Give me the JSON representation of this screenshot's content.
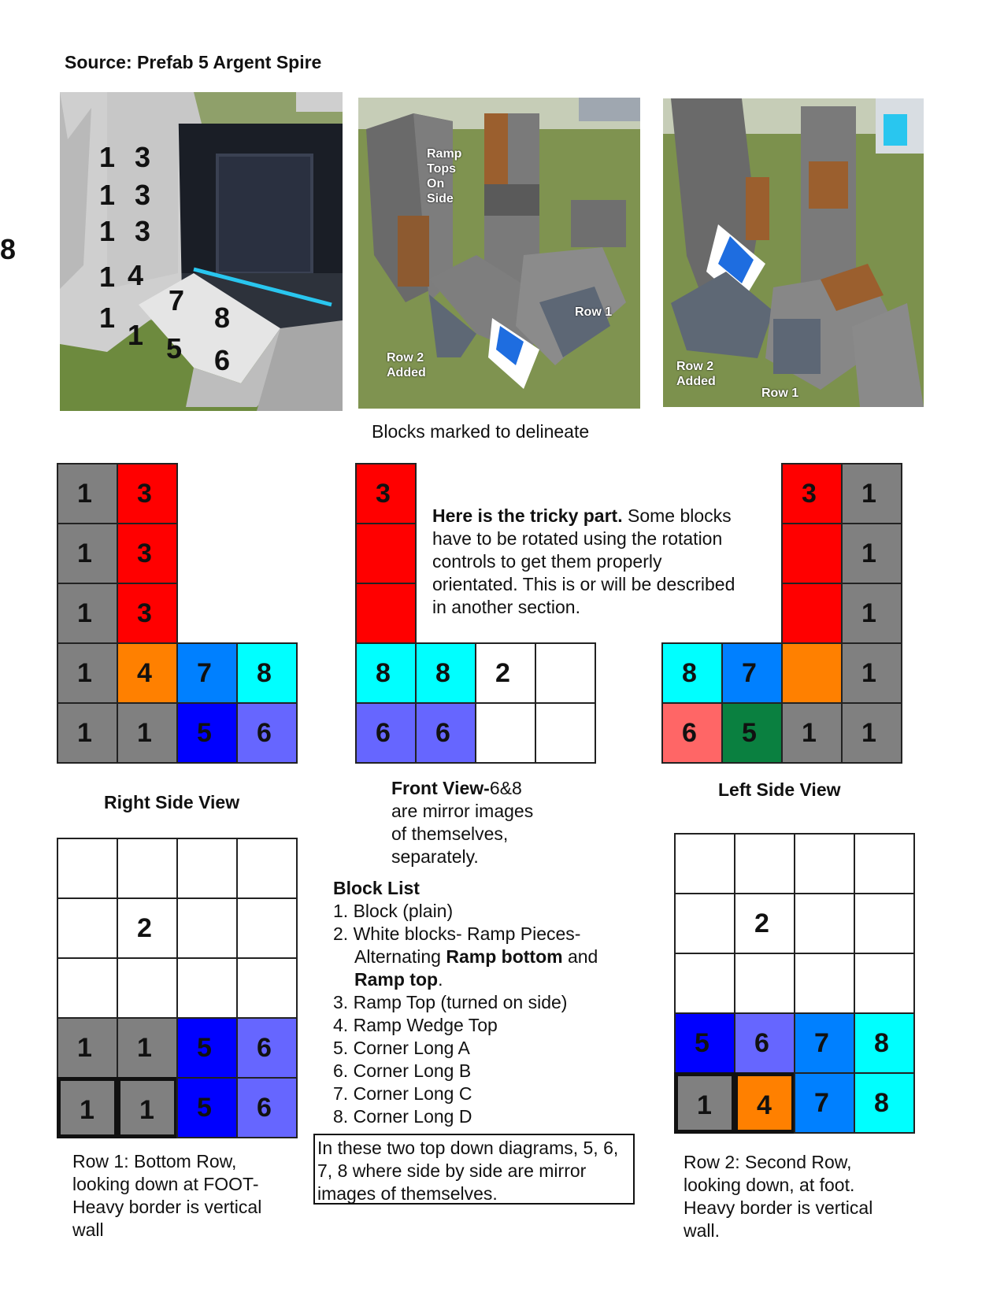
{
  "title": "Source: Prefab 5 Argent Spire",
  "edge_number": "8",
  "photo_caption": "Blocks marked to delineate",
  "photo1": {
    "numbers": [
      "1",
      "3",
      "1",
      "3",
      "1",
      "3",
      "1",
      "4",
      "7",
      "8",
      "1",
      "1",
      "5",
      "6"
    ]
  },
  "photo2": {
    "labels": [
      "Ramp Tops On Side",
      "Row 1",
      "Row 2 Added"
    ],
    "ramp_lines": [
      "Ramp",
      "Tops",
      "On",
      "Side"
    ],
    "row1": "Row 1",
    "row2_lines": [
      "Row 2",
      "Added"
    ]
  },
  "photo3": {
    "row1": "Row 1",
    "row2_lines": [
      "Row 2",
      "Added"
    ]
  },
  "right_side_view": {
    "label": "Right Side View",
    "cells": [
      {
        "r": 0,
        "c": 0,
        "n": "1",
        "color": "#808080"
      },
      {
        "r": 0,
        "c": 1,
        "n": "3",
        "color": "#ff0000"
      },
      {
        "r": 1,
        "c": 0,
        "n": "1",
        "color": "#808080"
      },
      {
        "r": 1,
        "c": 1,
        "n": "3",
        "color": "#ff0000"
      },
      {
        "r": 2,
        "c": 0,
        "n": "1",
        "color": "#808080"
      },
      {
        "r": 2,
        "c": 1,
        "n": "3",
        "color": "#ff0000"
      },
      {
        "r": 3,
        "c": 0,
        "n": "1",
        "color": "#808080"
      },
      {
        "r": 3,
        "c": 1,
        "n": "4",
        "color": "#ff8000"
      },
      {
        "r": 3,
        "c": 2,
        "n": "7",
        "color": "#0080ff"
      },
      {
        "r": 3,
        "c": 3,
        "n": "8",
        "color": "#00ffff"
      },
      {
        "r": 4,
        "c": 0,
        "n": "1",
        "color": "#808080"
      },
      {
        "r": 4,
        "c": 1,
        "n": "1",
        "color": "#808080"
      },
      {
        "r": 4,
        "c": 2,
        "n": "5",
        "color": "#0000ff"
      },
      {
        "r": 4,
        "c": 3,
        "n": "6",
        "color": "#6666ff"
      }
    ]
  },
  "front_view": {
    "label_bold": "Front View-",
    "label_rest_lines": [
      "6&8",
      "are mirror images",
      "of themselves,",
      "separately."
    ],
    "cells": [
      {
        "r": 0,
        "c": 0,
        "n": "3",
        "color": "#ff0000"
      },
      {
        "r": 1,
        "c": 0,
        "n": "",
        "color": "#ff0000"
      },
      {
        "r": 2,
        "c": 0,
        "n": "",
        "color": "#ff0000"
      },
      {
        "r": 3,
        "c": 0,
        "n": "8",
        "color": "#00ffff"
      },
      {
        "r": 3,
        "c": 1,
        "n": "8",
        "color": "#00ffff"
      },
      {
        "r": 3,
        "c": 2,
        "n": "2",
        "color": "#ffffff"
      },
      {
        "r": 3,
        "c": 3,
        "n": "",
        "color": "#ffffff"
      },
      {
        "r": 4,
        "c": 0,
        "n": "6",
        "color": "#6666ff"
      },
      {
        "r": 4,
        "c": 1,
        "n": "6",
        "color": "#6666ff"
      },
      {
        "r": 4,
        "c": 2,
        "n": "",
        "color": "#ffffff"
      },
      {
        "r": 4,
        "c": 3,
        "n": "",
        "color": "#ffffff"
      }
    ]
  },
  "tricky": {
    "bold": "Here is the tricky part.",
    "rest": " Some blocks have to be rotated using the rotation controls to get them properly orientated.  This is or will be described in another section."
  },
  "left_side_view": {
    "label": "Left Side View",
    "cells": [
      {
        "r": 0,
        "c": 2,
        "n": "3",
        "color": "#ff0000"
      },
      {
        "r": 0,
        "c": 3,
        "n": "1",
        "color": "#808080"
      },
      {
        "r": 1,
        "c": 2,
        "n": "",
        "color": "#ff0000"
      },
      {
        "r": 1,
        "c": 3,
        "n": "1",
        "color": "#808080"
      },
      {
        "r": 2,
        "c": 2,
        "n": "",
        "color": "#ff0000"
      },
      {
        "r": 2,
        "c": 3,
        "n": "1",
        "color": "#808080"
      },
      {
        "r": 3,
        "c": 0,
        "n": "8",
        "color": "#00ffff"
      },
      {
        "r": 3,
        "c": 1,
        "n": "7",
        "color": "#0080ff"
      },
      {
        "r": 3,
        "c": 2,
        "n": "",
        "color": "#ff8000"
      },
      {
        "r": 3,
        "c": 3,
        "n": "1",
        "color": "#808080"
      },
      {
        "r": 4,
        "c": 0,
        "n": "6",
        "color": "#ff6666"
      },
      {
        "r": 4,
        "c": 1,
        "n": "5",
        "color": "#0a8040"
      },
      {
        "r": 4,
        "c": 2,
        "n": "1",
        "color": "#808080"
      },
      {
        "r": 4,
        "c": 3,
        "n": "1",
        "color": "#808080"
      }
    ]
  },
  "row1_diagram": {
    "caption_lines": [
      "Row 1: Bottom Row,",
      "looking down at FOOT-",
      "Heavy border is vertical",
      "wall"
    ],
    "cells": [
      {
        "r": 0,
        "c": 0,
        "n": "",
        "color": "#ffffff"
      },
      {
        "r": 0,
        "c": 1,
        "n": "",
        "color": "#ffffff"
      },
      {
        "r": 0,
        "c": 2,
        "n": "",
        "color": "#ffffff"
      },
      {
        "r": 0,
        "c": 3,
        "n": "",
        "color": "#ffffff"
      },
      {
        "r": 1,
        "c": 0,
        "n": "",
        "color": "#ffffff"
      },
      {
        "r": 1,
        "c": 1,
        "n": "2",
        "color": "#ffffff"
      },
      {
        "r": 1,
        "c": 2,
        "n": "",
        "color": "#ffffff"
      },
      {
        "r": 1,
        "c": 3,
        "n": "",
        "color": "#ffffff"
      },
      {
        "r": 2,
        "c": 0,
        "n": "",
        "color": "#ffffff"
      },
      {
        "r": 2,
        "c": 1,
        "n": "",
        "color": "#ffffff"
      },
      {
        "r": 2,
        "c": 2,
        "n": "",
        "color": "#ffffff"
      },
      {
        "r": 2,
        "c": 3,
        "n": "",
        "color": "#ffffff"
      },
      {
        "r": 3,
        "c": 0,
        "n": "1",
        "color": "#808080"
      },
      {
        "r": 3,
        "c": 1,
        "n": "1",
        "color": "#808080"
      },
      {
        "r": 3,
        "c": 2,
        "n": "5",
        "color": "#0000ff"
      },
      {
        "r": 3,
        "c": 3,
        "n": "6",
        "color": "#6666ff"
      },
      {
        "r": 4,
        "c": 0,
        "n": "1",
        "color": "#808080",
        "heavy": true
      },
      {
        "r": 4,
        "c": 1,
        "n": "1",
        "color": "#808080",
        "heavy": true
      },
      {
        "r": 4,
        "c": 2,
        "n": "5",
        "color": "#0000ff"
      },
      {
        "r": 4,
        "c": 3,
        "n": "6",
        "color": "#6666ff"
      }
    ]
  },
  "row2_diagram": {
    "caption_lines": [
      "Row 2: Second Row,",
      "looking down, at foot.",
      "Heavy border is vertical",
      "wall."
    ],
    "cells": [
      {
        "r": 0,
        "c": 0,
        "n": "",
        "color": "#ffffff"
      },
      {
        "r": 0,
        "c": 1,
        "n": "",
        "color": "#ffffff"
      },
      {
        "r": 0,
        "c": 2,
        "n": "",
        "color": "#ffffff"
      },
      {
        "r": 0,
        "c": 3,
        "n": "",
        "color": "#ffffff"
      },
      {
        "r": 1,
        "c": 0,
        "n": "",
        "color": "#ffffff"
      },
      {
        "r": 1,
        "c": 1,
        "n": "2",
        "color": "#ffffff"
      },
      {
        "r": 1,
        "c": 2,
        "n": "",
        "color": "#ffffff"
      },
      {
        "r": 1,
        "c": 3,
        "n": "",
        "color": "#ffffff"
      },
      {
        "r": 2,
        "c": 0,
        "n": "",
        "color": "#ffffff"
      },
      {
        "r": 2,
        "c": 1,
        "n": "",
        "color": "#ffffff"
      },
      {
        "r": 2,
        "c": 2,
        "n": "",
        "color": "#ffffff"
      },
      {
        "r": 2,
        "c": 3,
        "n": "",
        "color": "#ffffff"
      },
      {
        "r": 3,
        "c": 0,
        "n": "5",
        "color": "#0000ff"
      },
      {
        "r": 3,
        "c": 1,
        "n": "6",
        "color": "#6666ff"
      },
      {
        "r": 3,
        "c": 2,
        "n": "7",
        "color": "#0080ff"
      },
      {
        "r": 3,
        "c": 3,
        "n": "8",
        "color": "#00ffff"
      },
      {
        "r": 4,
        "c": 0,
        "n": "1",
        "color": "#808080",
        "heavy": true
      },
      {
        "r": 4,
        "c": 1,
        "n": "4",
        "color": "#ff8000",
        "heavy": true
      },
      {
        "r": 4,
        "c": 2,
        "n": "7",
        "color": "#0080ff"
      },
      {
        "r": 4,
        "c": 3,
        "n": "8",
        "color": "#00ffff"
      }
    ]
  },
  "block_list": {
    "heading": "Block List",
    "items": [
      {
        "num": "1.",
        "text": "Block (plain)"
      },
      {
        "num": "2.",
        "text": "White blocks- Ramp Pieces-"
      },
      {
        "num": "3.",
        "text": "Ramp Top (turned on side)"
      },
      {
        "num": "4.",
        "text": "Ramp Wedge Top"
      },
      {
        "num": "5.",
        "text": "Corner Long A"
      },
      {
        "num": "6.",
        "text": "Corner Long B"
      },
      {
        "num": "7.",
        "text": "Corner Long C"
      },
      {
        "num": "8.",
        "text": "Corner Long D"
      }
    ],
    "item2_cont_a": "Alternating ",
    "item2_cont_b": "Ramp bottom",
    "item2_cont_c": " and",
    "item2_cont_d": "Ramp top",
    "item2_cont_e": "."
  },
  "mirror_note": "In these two  top down diagrams, 5, 6, 7, 8 where side by side are mirror images of themselves."
}
